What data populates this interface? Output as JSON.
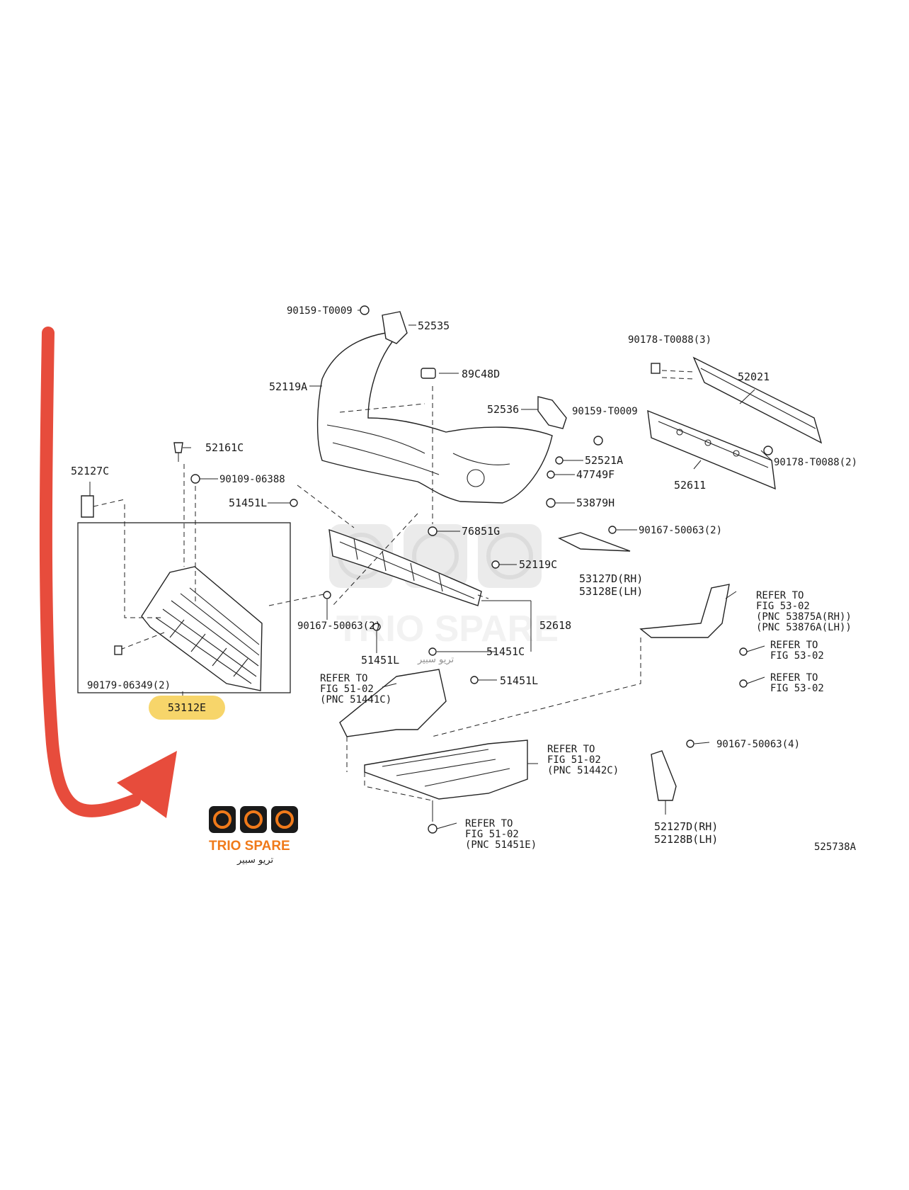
{
  "diagram_code": "525738A",
  "highlighted_part": "53112E",
  "brand": {
    "name": "TRIO SPARE",
    "arabic": "تريو سبير"
  },
  "watermark": {
    "name": "TRIO SPARE",
    "arabic": "تريو سبير"
  },
  "colors": {
    "arrow": "#e74c3c",
    "highlight": "#f7d56a",
    "brand_orange": "#f07a1a",
    "line": "#222222"
  },
  "labels": {
    "p90159_top": "90159-T0009",
    "p52535": "52535",
    "p90178_a": "90178-T0088(3)",
    "p89C48D": "89C48D",
    "p52119A": "52119A",
    "p52021": "52021",
    "p52536": "52536",
    "p90159_mid": "90159-T0009",
    "p52161C": "52161C",
    "p52127C": "52127C",
    "p90109": "90109-06388",
    "p52521A": "52521A",
    "p47749F": "47749F",
    "p90178_b": "90178-T0088(2)",
    "p52611": "52611",
    "p51451L_a": "51451L",
    "p53879H": "53879H",
    "p76851G": "76851G",
    "p90167_a": "90167-50063(2)",
    "p52119C": "52119C",
    "p53127D": "53127D(RH)",
    "p53128E": "53128E(LH)",
    "p90167_b": "90167-50063(2)",
    "p52618": "52618",
    "p51451L_b": "51451L",
    "p51451C": "51451C",
    "p51451L_c": "51451L",
    "p90179": "90179-06349(2)",
    "p90167_c": "90167-50063(4)",
    "p52127D": "52127D(RH)",
    "p52128B": "52128B(LH)"
  },
  "refs": {
    "r53_a": [
      "REFER TO",
      "FIG 53-02",
      "(PNC 53875A(RH))",
      "(PNC 53876A(LH))"
    ],
    "r53_b": [
      "REFER TO",
      "FIG 53-02"
    ],
    "r53_c": [
      "REFER TO",
      "FIG 53-02"
    ],
    "r51441C": [
      "REFER TO",
      "FIG 51-02",
      "(PNC 51441C)"
    ],
    "r51442C": [
      "REFER TO",
      "FIG 51-02",
      "(PNC 51442C)"
    ],
    "r51451E": [
      "REFER TO",
      "FIG 51-02",
      "(PNC 51451E)"
    ]
  }
}
